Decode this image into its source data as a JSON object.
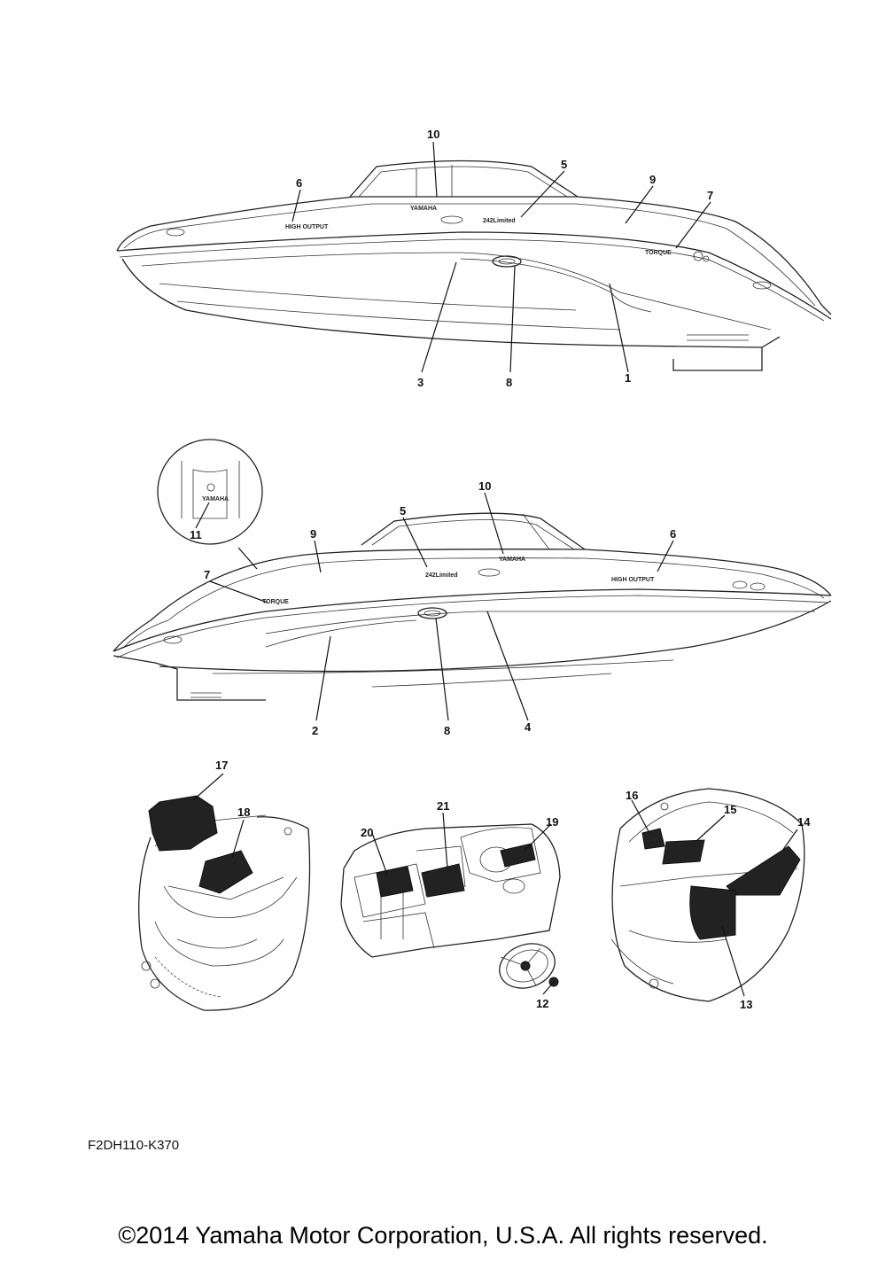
{
  "diagram_code": "F2DH110-K370",
  "copyright": "©2014 Yamaha Motor Corporation, U.S.A. All rights reserved.",
  "decals": {
    "brand": "YAMAHA",
    "model": "242Limited",
    "high_output": "HIGH OUTPUT",
    "engine": "TORQUE"
  },
  "callouts": {
    "c1": "1",
    "c2": "2",
    "c3": "3",
    "c4": "4",
    "c5": "5",
    "c6": "6",
    "c7": "7",
    "c8": "8",
    "c9": "9",
    "c10": "10",
    "c11": "11",
    "c12": "12",
    "c13": "13",
    "c14": "14",
    "c15": "15",
    "c16": "16",
    "c17": "17",
    "c18": "18",
    "c19": "19",
    "c20": "20",
    "c21": "21"
  }
}
